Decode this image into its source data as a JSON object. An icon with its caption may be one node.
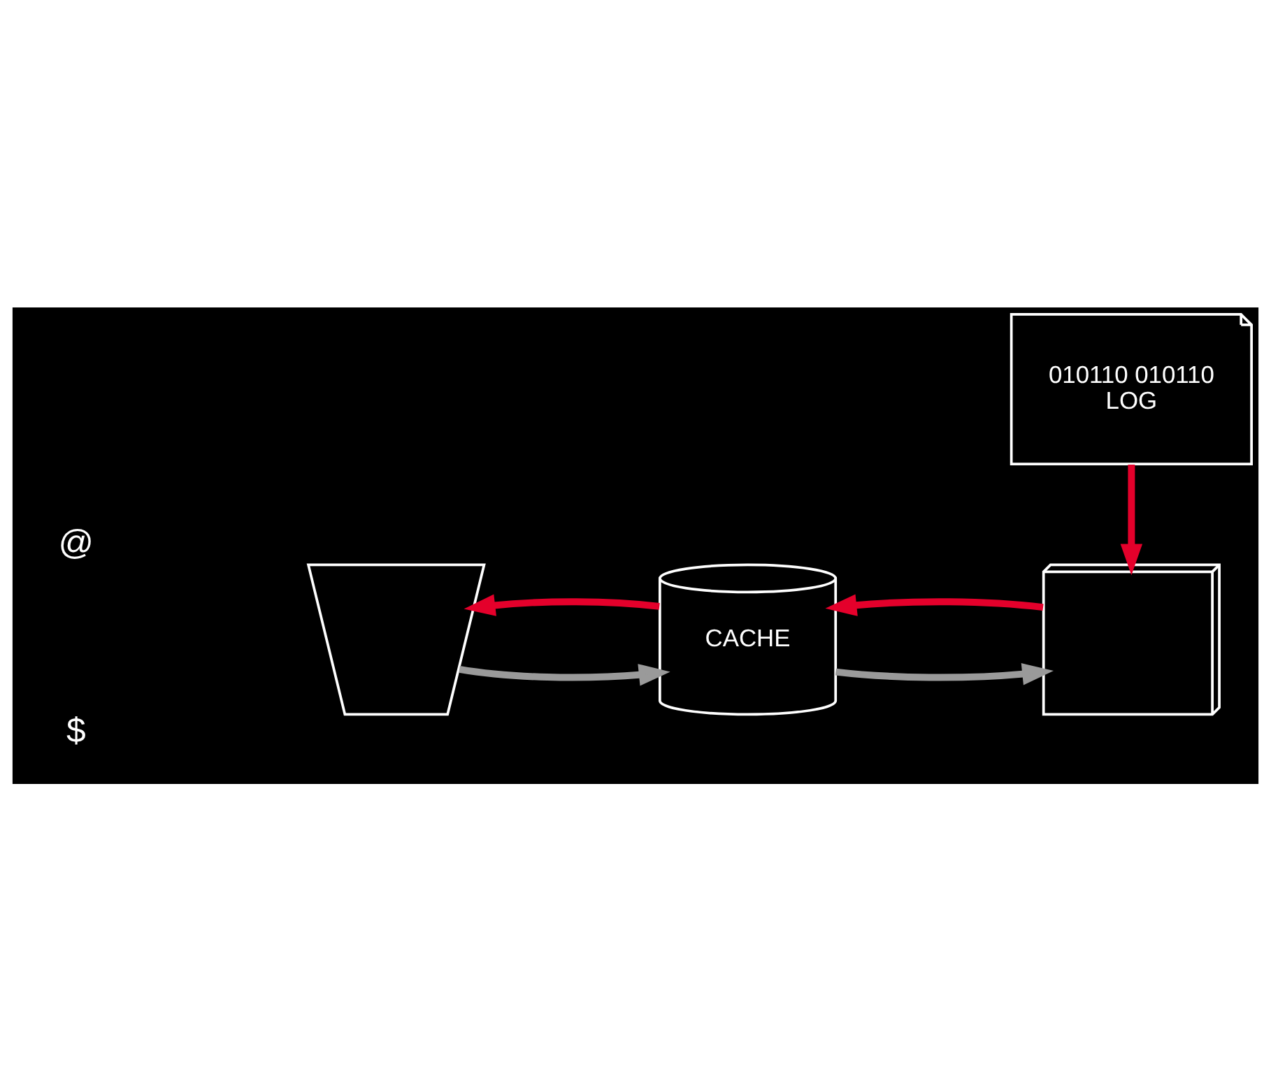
{
  "diagram": {
    "nodes": [
      {
        "text": [],
        "shape": "picture"
      },
      {
        "text": [
          "CACHE"
        ]
      },
      {
        "text": [],
        "shape": "picture"
      },
      {
        "text": [
          "010110 010110",
          "LOG"
        ]
      }
    ],
    "edges": [
      {
        "from": 1,
        "to": 0,
        "arrow": "to"
      },
      {
        "from": 0,
        "to": 1,
        "arrow": "to",
        "color": "#9a9a9a"
      },
      {
        "from": 2,
        "to": 1,
        "arrow": "to"
      },
      {
        "from": 1,
        "to": 2,
        "arrow": "to",
        "color": "#9a9a9a"
      },
      {
        "from": 3,
        "to": 2,
        "arrow": "to"
      }
    ],
    "labels": [
      "@",
      "$"
    ]
  }
}
